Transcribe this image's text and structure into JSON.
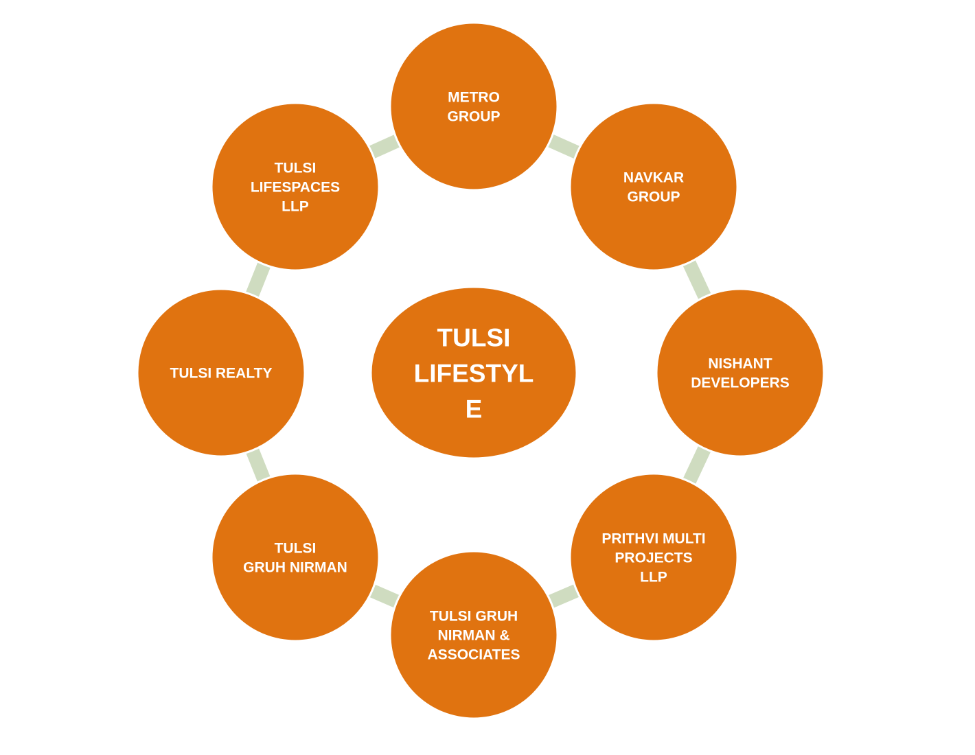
{
  "colors": {
    "node_fill": "#e07310",
    "node_stroke": "#ffffff",
    "connector": "#cfdcc0",
    "label": "#ffffff",
    "background": "#ffffff"
  },
  "center": {
    "lines": [
      "TULSI",
      "LIFESTYL",
      "E"
    ]
  },
  "nodes": [
    {
      "id": "metro-group",
      "lines": [
        "METRO",
        "GROUP"
      ]
    },
    {
      "id": "navkar-group",
      "lines": [
        "NAVKAR",
        "GROUP"
      ]
    },
    {
      "id": "nishant-developers",
      "lines": [
        "NISHANT",
        "DEVELOPERS"
      ]
    },
    {
      "id": "prithvi-multi-projects-llp",
      "lines": [
        "PRITHVI MULTI",
        "PROJECTS",
        "LLP"
      ]
    },
    {
      "id": "tulsi-gruh-nirman-associates",
      "lines": [
        "TULSI GRUH",
        "NIRMAN &",
        "ASSOCIATES"
      ]
    },
    {
      "id": "tulsi-gruh-nirman",
      "lines": [
        "TULSI",
        "GRUH NIRMAN"
      ]
    },
    {
      "id": "tulsi-realty",
      "lines": [
        "TULSI REALTY"
      ]
    },
    {
      "id": "tulsi-lifespaces-llp",
      "lines": [
        "TULSI",
        "LIFESPACES",
        "LLP"
      ]
    }
  ]
}
